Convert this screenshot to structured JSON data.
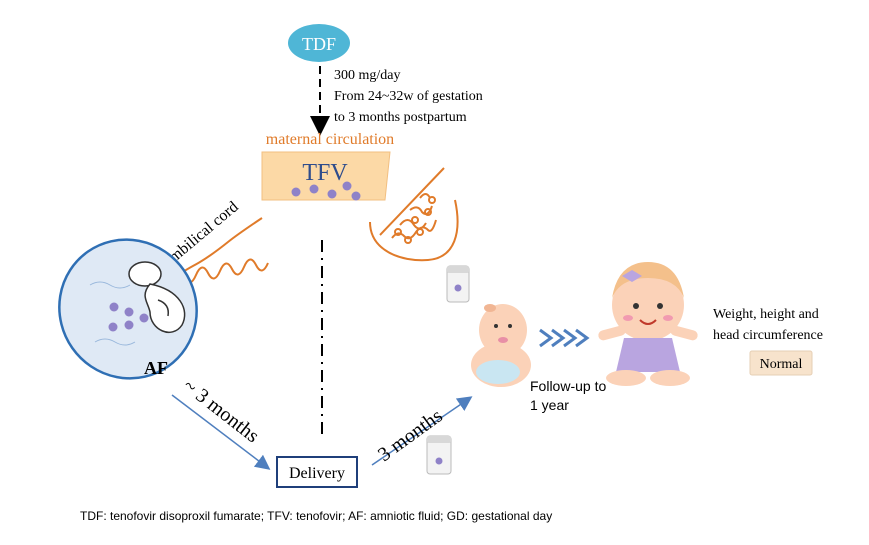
{
  "drug": {
    "label": "TDF",
    "dose": "300 mg/day",
    "period_line1": "From 24~32w of gestation",
    "period_line2": "to 3 months postpartum"
  },
  "maternal": {
    "label": "maternal circulation",
    "compound": "TFV"
  },
  "fetus": {
    "cord_label": "umbilical cord",
    "fluid_label": "AF"
  },
  "timeline": {
    "to_delivery": "~ 3 months",
    "delivery": "Delivery",
    "after_delivery": "3 months"
  },
  "followup": {
    "label_line1": "Follow-up to",
    "label_line2": "1 year",
    "measures_line1": "Weight, height and",
    "measures_line2": "head circumference",
    "result": "Normal"
  },
  "footnote": "TDF: tenofovir disoproxil fumarate; TFV: tenofovir; AF: amniotic fluid; GD: gestational day",
  "colors": {
    "tdf_oval": "#4fb6d6",
    "maternal_text": "#e07b2a",
    "maternal_box": "#fcd9a6",
    "tfv_text": "#2e4c8c",
    "dots": "#8f82c8",
    "cord": "#e07b2a",
    "af_fill": "#dfe9f5",
    "af_stroke": "#2f6fb4",
    "arrow_blue": "#4f7fbe",
    "delivery_box": "#1f3f7a",
    "normal_box": "#f7e3cc",
    "baby_skin": "#fbd2b8",
    "baby_dress": "#b9a5e0"
  }
}
